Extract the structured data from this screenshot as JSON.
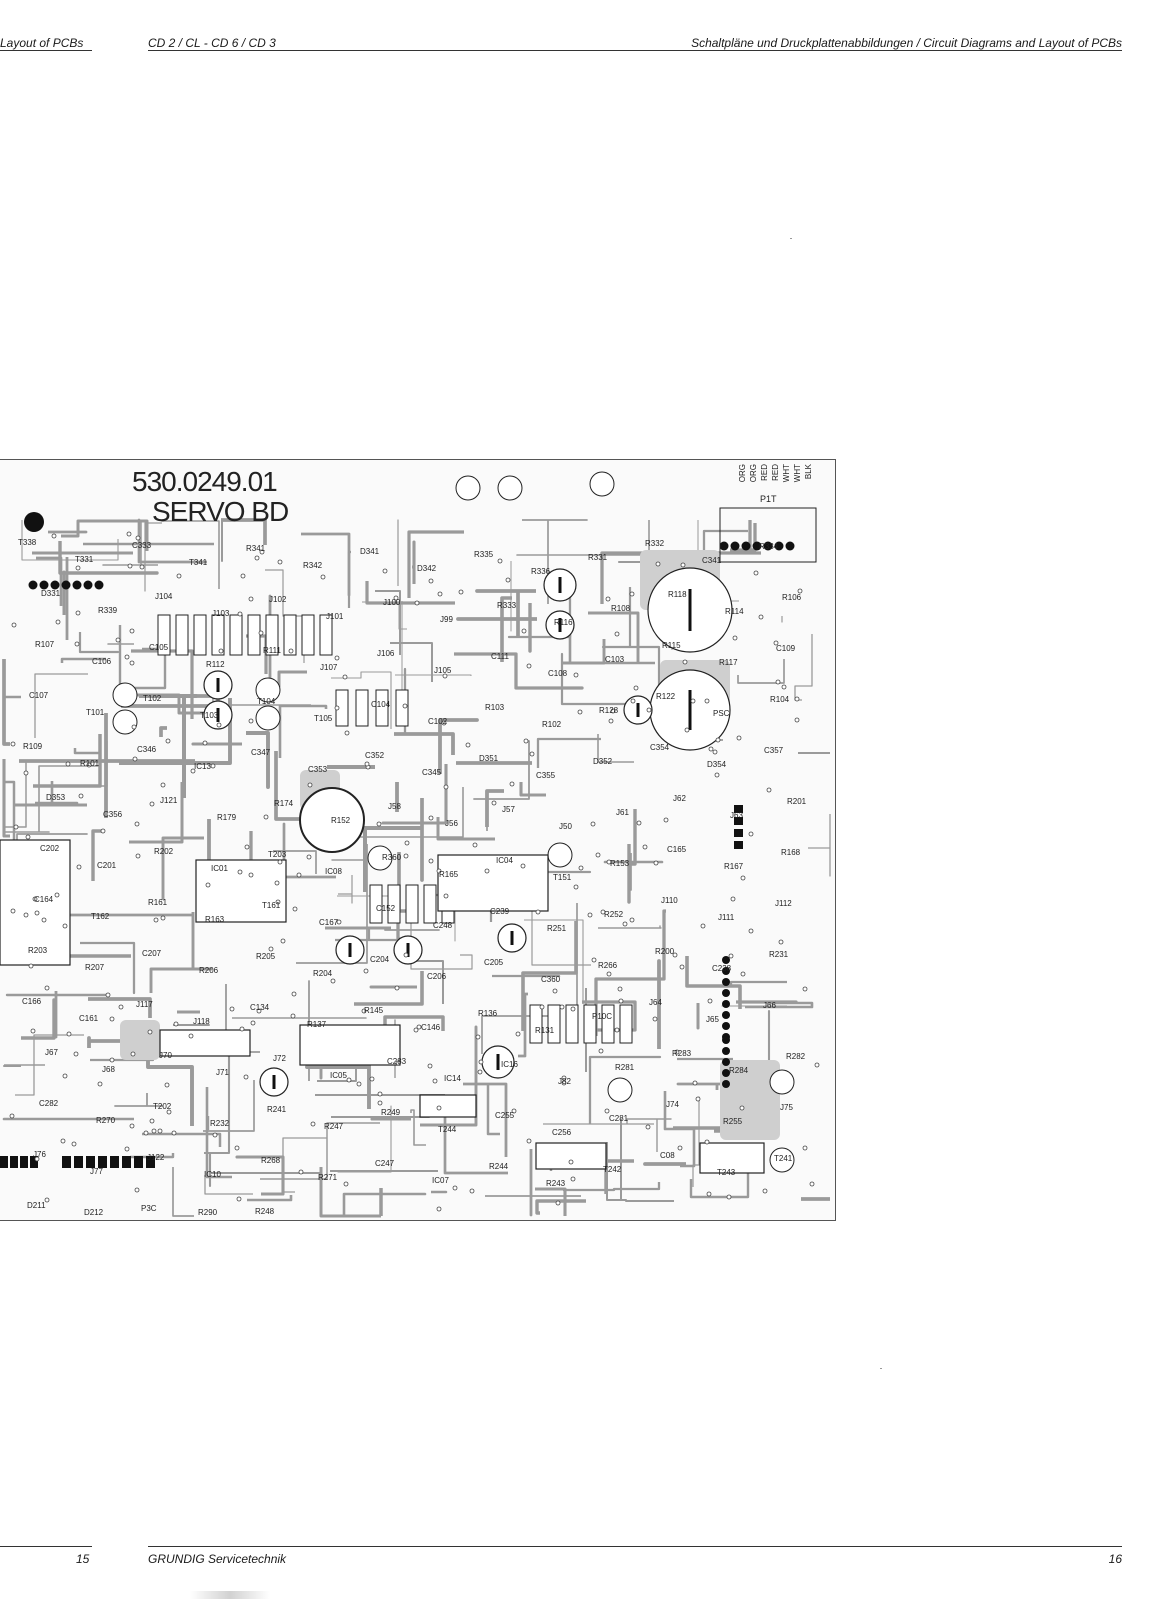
{
  "header": {
    "left": "Layout of PCBs",
    "model": "CD 2 / CL - CD 6 / CD 3",
    "right": "Schaltpläne und Druckplattenabbildungen / Circuit Diagrams and Layout of PCBs"
  },
  "board": {
    "part_number": "530.0249.01",
    "name": "SERVO BD",
    "connector_label": "P1T",
    "wire_colors": [
      "ORG",
      "ORG",
      "RED",
      "RED",
      "WHT",
      "WHT",
      "BLK"
    ],
    "component_labels": [
      "T338",
      "T331",
      "C333",
      "T341",
      "R341",
      "R342",
      "D341",
      "D342",
      "R335",
      "R336",
      "R331",
      "R332",
      "C341",
      "R334",
      "D331",
      "R339",
      "J104",
      "J103",
      "J102",
      "J101",
      "J100",
      "J99",
      "R333",
      "R116",
      "R108",
      "R118",
      "R114",
      "R106",
      "R107",
      "C106",
      "C105",
      "R112",
      "R111",
      "J107",
      "J106",
      "J105",
      "C111",
      "C108",
      "C103",
      "R115",
      "R117",
      "C109",
      "C107",
      "T101",
      "T102",
      "T103",
      "T104",
      "T105",
      "C104",
      "C102",
      "R103",
      "R102",
      "R128",
      "R122",
      "PSC",
      "R104",
      "R109",
      "R101",
      "C346",
      "IC13",
      "C347",
      "C353",
      "C352",
      "C345",
      "D351",
      "C355",
      "D352",
      "C354",
      "D354",
      "C357",
      "D353",
      "C356",
      "J121",
      "R179",
      "R174",
      "R152",
      "J58",
      "J56",
      "J57",
      "J50",
      "J61",
      "J62",
      "J63",
      "R201",
      "C202",
      "C201",
      "R202",
      "IC01",
      "T203",
      "IC08",
      "R360",
      "R165",
      "IC04",
      "T151",
      "R153",
      "C165",
      "R167",
      "R168",
      "C164",
      "T162",
      "R161",
      "R163",
      "T161",
      "C167",
      "C152",
      "C248",
      "C239",
      "R251",
      "R252",
      "J110",
      "J111",
      "J112",
      "R203",
      "R207",
      "C207",
      "R206",
      "R205",
      "R204",
      "C204",
      "C206",
      "C205",
      "C360",
      "R266",
      "R200",
      "C238",
      "R231",
      "C166",
      "C161",
      "J117",
      "J118",
      "C134",
      "R137",
      "R145",
      "C146",
      "R136",
      "R131",
      "P10C",
      "J64",
      "J65",
      "J66",
      "J67",
      "J68",
      "J70",
      "J71",
      "J72",
      "IC05",
      "C283",
      "IC14",
      "IC16",
      "J82",
      "R281",
      "R283",
      "R284",
      "R282",
      "C282",
      "R270",
      "T202",
      "R232",
      "R241",
      "R247",
      "R249",
      "T244",
      "C255",
      "C256",
      "C281",
      "J74",
      "R255",
      "J75",
      "J76",
      "J77",
      "J122",
      "IC10",
      "R268",
      "R271",
      "C247",
      "IC07",
      "R244",
      "R243",
      "T242",
      "C08",
      "T243",
      "T241",
      "D211",
      "D212",
      "P3C",
      "R290",
      "R248"
    ]
  },
  "footer": {
    "page_left": "15",
    "brand": "GRUNDIG Servicetechnik",
    "page_right": "16"
  }
}
